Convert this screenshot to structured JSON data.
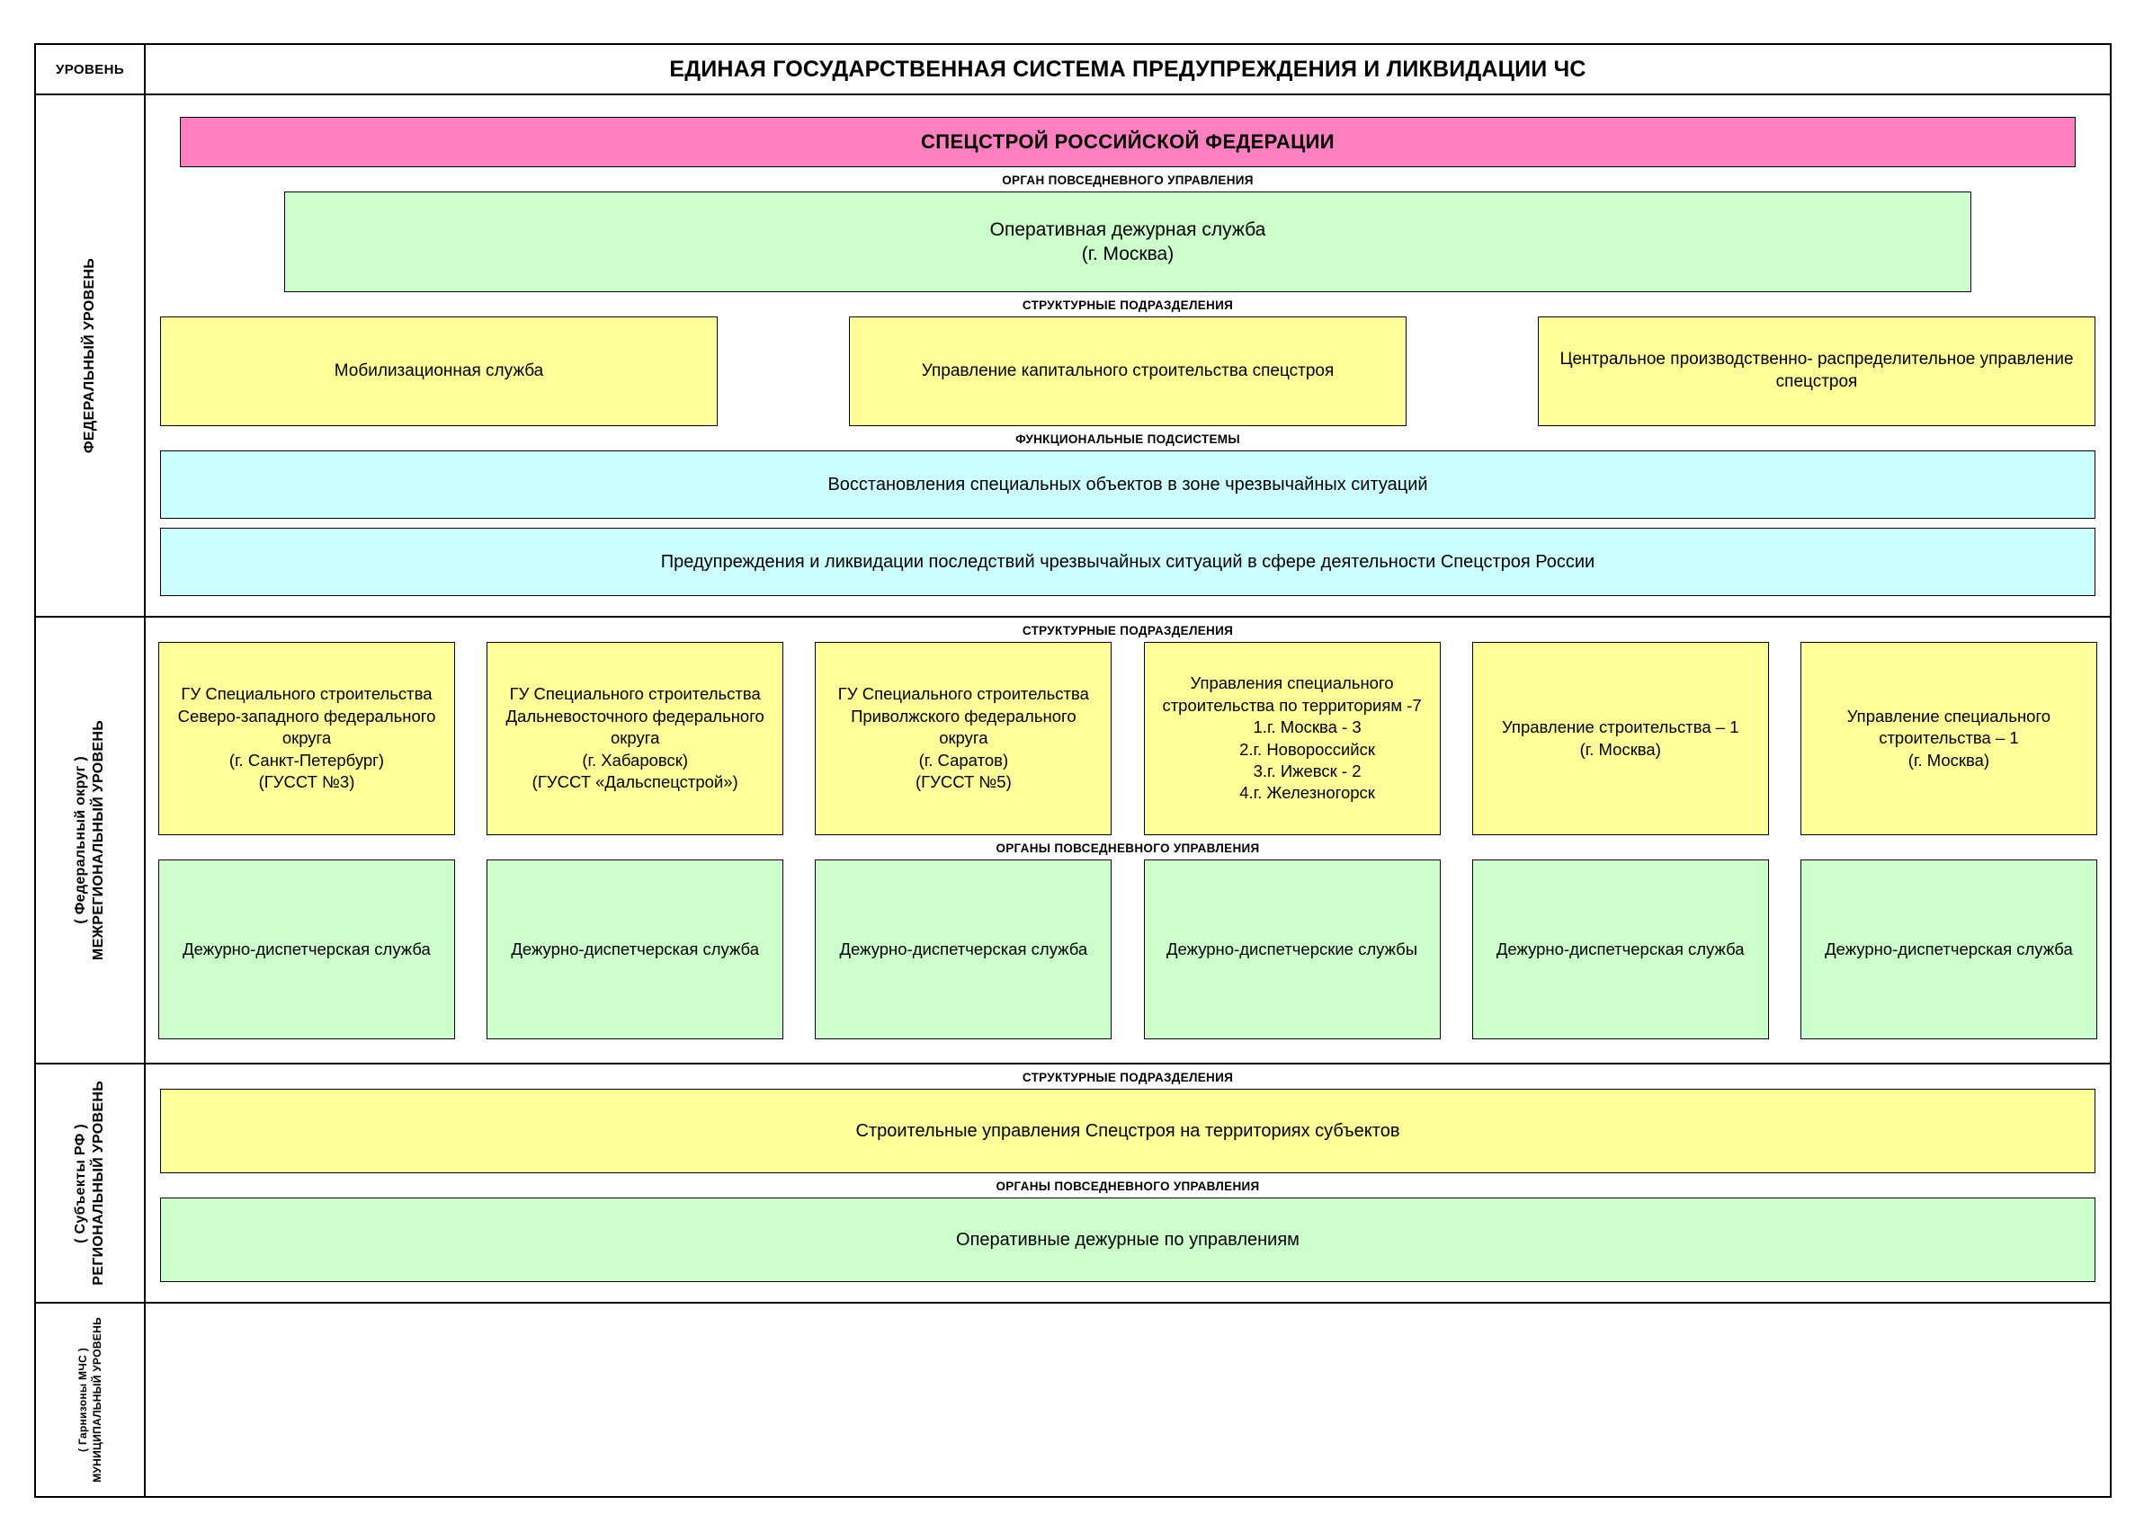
{
  "header": {
    "level_column_label": "УРОВЕНЬ",
    "title": "ЕДИНАЯ ГОСУДАРСТВЕННАЯ СИСТЕМА ПРЕДУПРЕЖДЕНИЯ И ЛИКВИДАЦИИ ЧС"
  },
  "colors": {
    "pink": "#FF80C0",
    "yellow": "#FFFF99",
    "green": "#CCFFCC",
    "cyan": "#CCFFFF",
    "red_label": "#FF4500",
    "border": "#000000"
  },
  "bands": {
    "federal": {
      "level_label": "ФЕДЕРАЛЬНЫЙ УРОВЕНЬ",
      "level_sublabel": "",
      "banner": "СПЕЦСТРОЙ РОССИЙСКОЙ ФЕДЕРАЦИИ",
      "caption_daily_management": "ОРГАН ПОВСЕДНЕВНОГО УПРАВЛЕНИЯ",
      "daily_management_box": "Оперативная дежурная служба\n(г. Москва)",
      "caption_structural_units": "СТРУКТУРНЫЕ ПОДРАЗДЕЛЕНИЯ",
      "structural_units": [
        "Мобилизационная служба",
        "Управление капитального строительства спецстроя",
        "Центральное производственно- распределительное управление спецстроя"
      ],
      "caption_functional_subsystems": "ФУНКЦИОНАЛЬНЫЕ ПОДСИСТЕМЫ",
      "functional_subsystems": [
        "Восстановления специальных объектов в зоне чрезвычайных ситуаций",
        "Предупреждения и ликвидации последствий чрезвычайных ситуаций в сфере деятельности Спецстроя России"
      ]
    },
    "interregional": {
      "level_label": "МЕЖРЕГИОНАЛЬНЫЙ УРОВЕНЬ",
      "level_sublabel": "( Федеральный округ )",
      "caption_structural_units": "СТРУКТУРНЫЕ ПОДРАЗДЕЛЕНИЯ",
      "structural_units": [
        {
          "kind": "text",
          "text": "ГУ Специального строительства Северо-западного федерального округа\n(г. Санкт-Петербург)\n(ГУССТ №3)"
        },
        {
          "kind": "text",
          "text": "ГУ Специального строительства Дальневосточного федерального округа\n(г. Хабаровск)\n(ГУССТ «Дальспецстрой»)"
        },
        {
          "kind": "text",
          "text": "ГУ Специального строительства Приволжского федерального округа\n(г. Саратов)\n(ГУССТ №5)"
        },
        {
          "kind": "list",
          "heading": "Управления специального строительства по территориям -7",
          "items": [
            "1.г. Москва - 3",
            "2.г. Новороссийск",
            "3.г. Ижевск - 2",
            "4.г. Железногорск"
          ]
        },
        {
          "kind": "text",
          "text": "Управление строительства – 1\n(г. Москва)"
        },
        {
          "kind": "text",
          "text": "Управление специального строительства – 1\n(г. Москва)"
        }
      ],
      "caption_daily_management": "ОРГАНЫ ПОВСЕДНЕВНОГО УПРАВЛЕНИЯ",
      "daily_management_units": [
        "Дежурно-диспетчерская служба",
        "Дежурно-диспетчерская служба",
        "Дежурно-диспетчерская служба",
        "Дежурно-диспетчерские службы",
        "Дежурно-диспетчерская служба",
        "Дежурно-диспетчерская служба"
      ]
    },
    "regional": {
      "level_label": "РЕГИОНАЛЬНЫЙ УРОВЕНЬ",
      "level_sublabel": "( Субъекты РФ )",
      "caption_structural_units": "СТРУКТУРНЫЕ ПОДРАЗДЕЛЕНИЯ",
      "structural_units_box": "Строительные управления Спецстроя на территориях субъектов",
      "caption_daily_management": "ОРГАНЫ ПОВСЕДНЕВНОГО УПРАВЛЕНИЯ",
      "daily_management_box": "Оперативные дежурные по управлениям"
    },
    "municipal": {
      "level_label": "МУНИЦИПАЛЬНЫЙ УРОВЕНЬ",
      "level_sublabel": "( Гарнизоны МЧС )"
    }
  }
}
